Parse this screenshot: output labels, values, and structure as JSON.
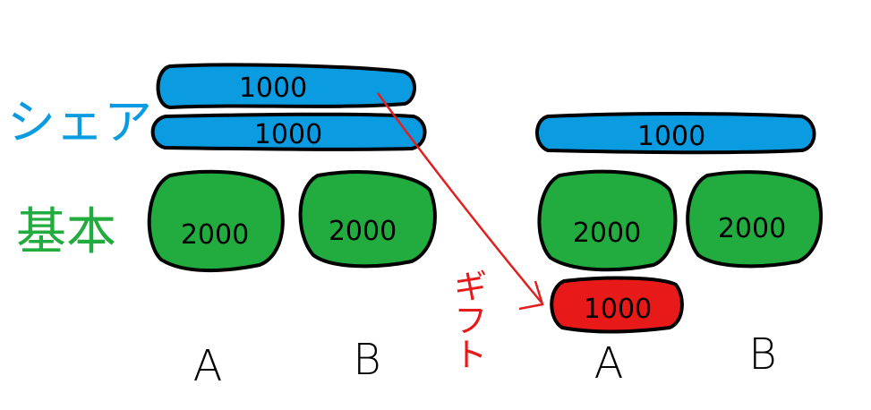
{
  "labels": {
    "share": "シェア",
    "basic": "基本",
    "gift": "ギフト"
  },
  "colors": {
    "share": "#0b9be0",
    "basic": "#22ab3e",
    "gift": "#e81919",
    "arrow": "#e02020"
  },
  "before": {
    "share_bars": [
      "1000",
      "1000"
    ],
    "basic": [
      "2000",
      "2000"
    ],
    "columns": [
      "A",
      "B"
    ]
  },
  "after": {
    "share_bars": [
      "1000"
    ],
    "basic": [
      "2000",
      "2000"
    ],
    "gift": "1000",
    "columns": [
      "A",
      "B"
    ]
  }
}
